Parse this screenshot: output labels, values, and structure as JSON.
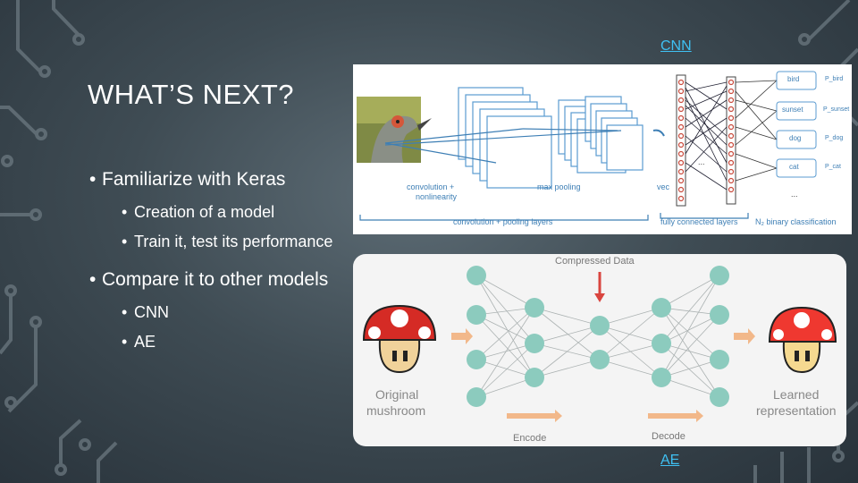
{
  "links": {
    "cnn": "CNN",
    "ae": "AE"
  },
  "slide": {
    "title": "WHAT’S NEXT?",
    "bullets": [
      {
        "text": "Familiarize with Keras",
        "sub": [
          "Creation of a model",
          "Train it, test its performance"
        ]
      },
      {
        "text": "Compare it to other models",
        "sub": [
          "CNN",
          "AE"
        ]
      }
    ]
  },
  "cnn_diagram": {
    "labels": {
      "conv": "convolution +",
      "nonlin": "nonlinearity",
      "maxpool": "max pooling",
      "vec": "vec",
      "conv_pool": "convolution + pooling layers",
      "fc": "fully connected layers",
      "nbin": "N₂ binary classification",
      "ellipsis_mid": "...",
      "ellipsis_out": "..."
    },
    "classes": [
      "bird",
      "sunset",
      "dog",
      "cat"
    ],
    "probs": [
      "P_bird",
      "P_sunset",
      "P_dog",
      "P_cat"
    ]
  },
  "ae_diagram": {
    "compressed": "Compressed Data",
    "original": [
      "Original",
      "mushroom"
    ],
    "learned": [
      "Learned",
      "representation"
    ],
    "encode": "Encode",
    "decode": "Decode"
  },
  "colors": {
    "link": "#3fc1f3",
    "node": "#8ccbbe",
    "arrow_red": "#d9453f",
    "cnn_blue": "#3e7fb5"
  }
}
